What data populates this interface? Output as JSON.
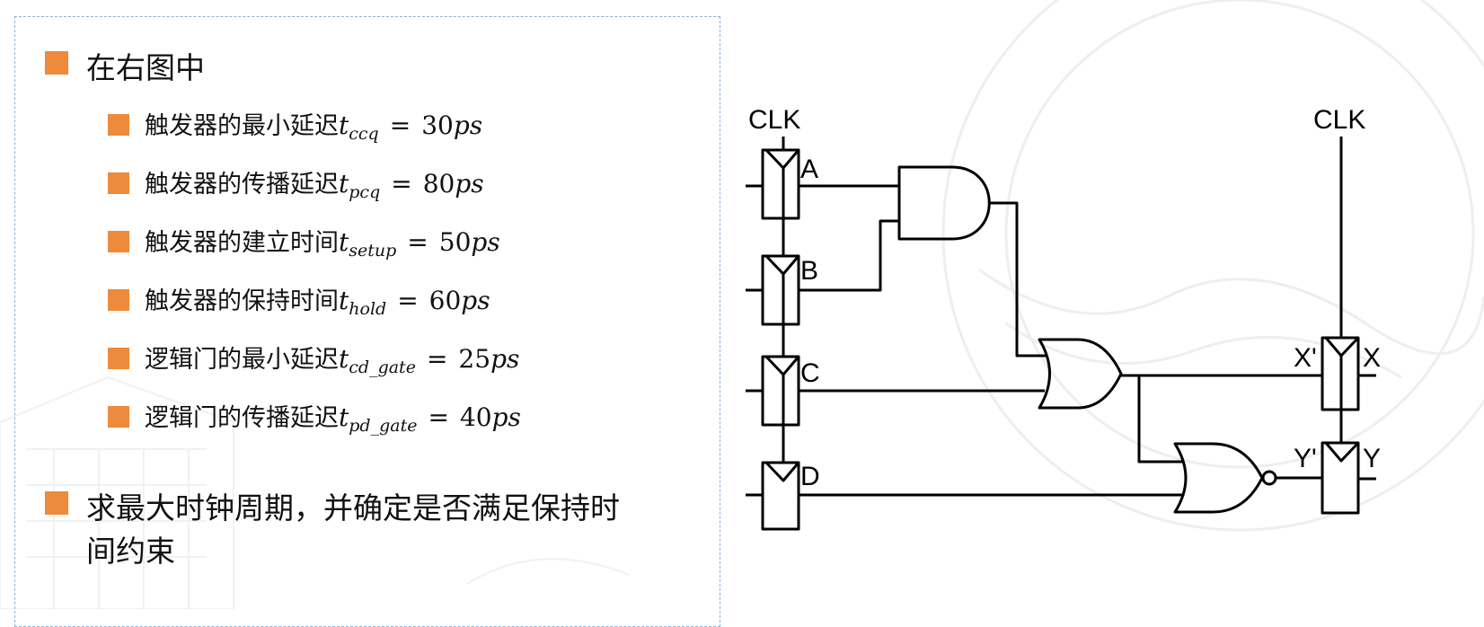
{
  "intro": "在右图中",
  "params": [
    {
      "label": "触发器的最小延迟",
      "var": "t",
      "sub": "ccq",
      "eq": "=",
      "num": "30",
      "unit": "ps"
    },
    {
      "label": "触发器的传播延迟",
      "var": "t",
      "sub": "pcq",
      "eq": "=",
      "num": "80",
      "unit": "ps"
    },
    {
      "label": "触发器的建立时间",
      "var": "t",
      "sub": "setup",
      "eq": "=",
      "num": "50",
      "unit": "ps"
    },
    {
      "label": "触发器的保持时间",
      "var": "t",
      "sub": "hold",
      "eq": "=",
      "num": "60",
      "unit": "ps"
    },
    {
      "label": "逻辑门的最小延迟",
      "var": "t",
      "sub": "cd_gate",
      "eq": "=",
      "num": "25",
      "unit": "ps"
    },
    {
      "label": "逻辑门的传播延迟",
      "var": "t",
      "sub": "pd_gate",
      "eq": "=",
      "num": "40",
      "unit": "ps"
    }
  ],
  "question_line1": "求最大时钟周期，并确定是否满足保持时",
  "question_line2": "间约束",
  "circuit": {
    "clk_left": "CLK",
    "clk_right": "CLK",
    "ff_labels": [
      "A",
      "B",
      "C",
      "D"
    ],
    "out_labels": {
      "x_in": "X'",
      "x_out": "X",
      "y_in": "Y'",
      "y_out": "Y"
    }
  },
  "colors": {
    "bullet": "#ee8a3c",
    "border": "#8fb0d3",
    "line": "#000000"
  }
}
